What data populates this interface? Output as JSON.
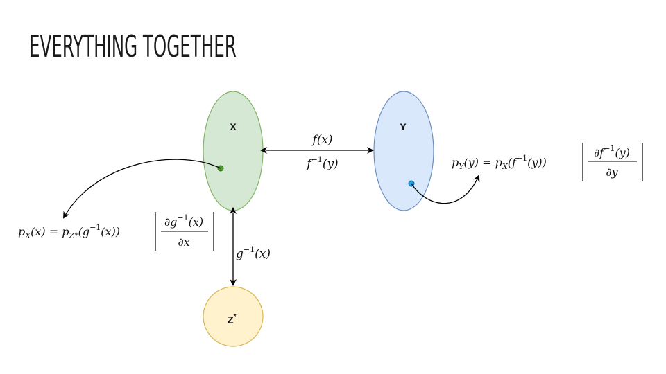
{
  "title": "Everything together",
  "nodes": {
    "x": {
      "label": "X",
      "fill": "#d5e8d4",
      "stroke": "#82b366"
    },
    "y": {
      "label": "Y",
      "fill": "#dae8fc",
      "stroke": "#6c8ebf"
    },
    "z": {
      "label": "Z",
      "sup": "*",
      "fill": "#fff2cc",
      "stroke": "#d6b656"
    }
  },
  "points": {
    "x_point_color": "#4d9c2a",
    "y_point_color": "#1ba1e2"
  },
  "edges": {
    "xy_top": "f(x)",
    "xy_bottom_base": "f",
    "xy_bottom_sup": "−1",
    "xy_bottom_arg": "(y)",
    "xz_base": "g",
    "xz_sup": "−1",
    "xz_arg": "(x)"
  },
  "formulas": {
    "px": {
      "lhs_p": "p",
      "lhs_sub": "X",
      "lhs_arg": "(x) = ",
      "rhs_p": "p",
      "rhs_sub": "Z*",
      "rhs_arg_open": "(g",
      "rhs_arg_sup": "−1",
      "rhs_arg_close": "(x))",
      "num_a": "∂g",
      "num_sup": "−1",
      "num_b": "(x)",
      "den": "∂x"
    },
    "py": {
      "lhs_p": "p",
      "lhs_sub": "Y",
      "lhs_arg": "(y) = ",
      "rhs_p": "p",
      "rhs_sub": "X",
      "rhs_arg_open": "(f",
      "rhs_arg_sup": "−1",
      "rhs_arg_close": "(y))",
      "num_a": "∂f",
      "num_sup": "−1",
      "num_b": "(y)",
      "den": "∂y"
    }
  }
}
